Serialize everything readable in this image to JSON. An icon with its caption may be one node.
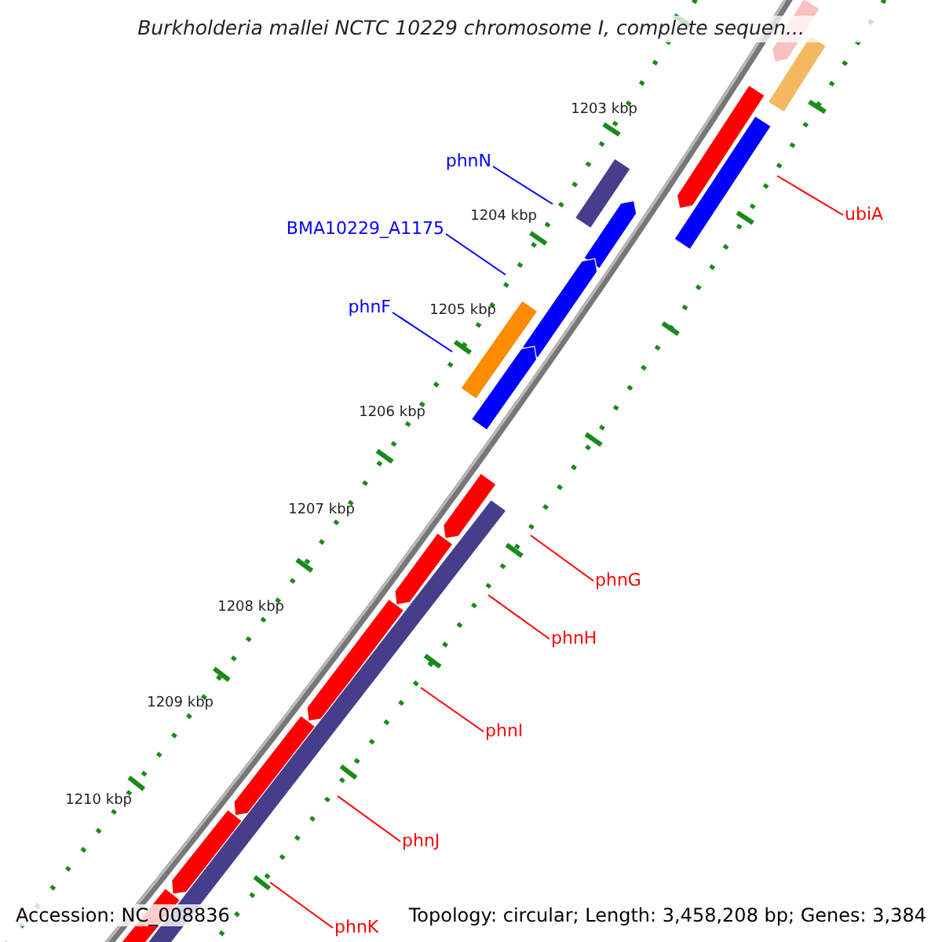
{
  "diagram": {
    "title": "Burkholderia mallei NCTC 10229 chromosome I, complete sequen...",
    "nodes": [
      {
        "text": [
          "phnN"
        ]
      },
      {
        "text": [
          "BMA10229_A1175"
        ]
      },
      {
        "text": [
          "phnF"
        ]
      },
      {
        "text": [
          "ubiA"
        ]
      },
      {
        "text": [
          "phnG"
        ]
      },
      {
        "text": [
          "phnH"
        ]
      },
      {
        "text": [
          "phnI"
        ]
      },
      {
        "text": [
          "phnJ"
        ]
      },
      {
        "text": [
          "phnK"
        ]
      }
    ],
    "edges": [
      {
        "from": 0,
        "to": null,
        "arrow": "none",
        "color": "#0000ff"
      },
      {
        "from": 1,
        "to": null,
        "arrow": "none",
        "color": "#0000ff"
      },
      {
        "from": 2,
        "to": null,
        "arrow": "none",
        "color": "#0000ff"
      },
      {
        "from": 3,
        "to": null,
        "arrow": "none"
      },
      {
        "from": 4,
        "to": null,
        "arrow": "none"
      },
      {
        "from": 5,
        "to": null,
        "arrow": "none"
      },
      {
        "from": 6,
        "to": null,
        "arrow": "none"
      },
      {
        "from": 7,
        "to": null,
        "arrow": "none"
      },
      {
        "from": 8,
        "to": null,
        "arrow": "none"
      }
    ],
    "labels": [
      "1203 kbp",
      "1204 kbp",
      "1205 kbp",
      "1206 kbp",
      "1207 kbp",
      "1208 kbp",
      "1209 kbp",
      "1210 kbp",
      "Accession: NC_008836",
      "Topology: circular; Length: 3,458,208 bp; Genes: 3,384"
    ]
  }
}
